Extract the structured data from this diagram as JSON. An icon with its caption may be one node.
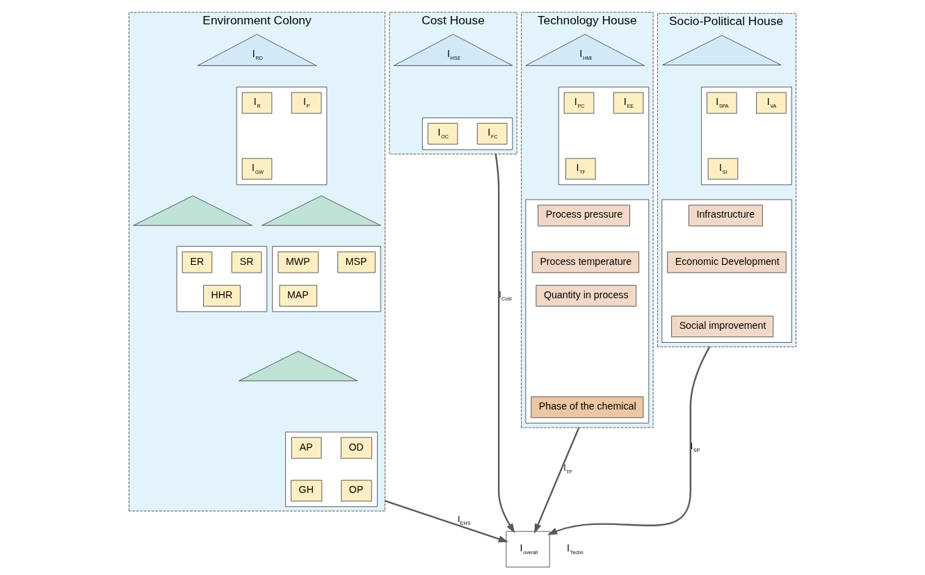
{
  "diagram": {
    "nodes": [
      {
        "text": [
          "Environment Colony"
        ]
      },
      {
        "text": [
          "I$_{RD}$"
        ],
        "in": 0
      },
      {
        "text": [],
        "shape": "box",
        "in": 0
      },
      {
        "text": [
          "I$_{R}$"
        ],
        "in": 2
      },
      {
        "text": [
          "I$_{P}$"
        ],
        "in": 2
      },
      {
        "text": [
          "I$_{GW}$"
        ],
        "in": 2
      },
      {
        "text": [],
        "shape": "triangle",
        "in": 0
      },
      {
        "text": [],
        "shape": "box",
        "in": 0
      },
      {
        "text": [
          "ER"
        ],
        "in": 7
      },
      {
        "text": [
          "SR"
        ],
        "in": 7
      },
      {
        "text": [
          "HHR"
        ],
        "in": 7
      },
      {
        "text": [],
        "shape": "triangle",
        "in": 0
      },
      {
        "text": [],
        "shape": "box",
        "in": 0
      },
      {
        "text": [
          "MWP"
        ],
        "in": 12
      },
      {
        "text": [
          "MSP"
        ],
        "in": 12
      },
      {
        "text": [
          "MAP"
        ],
        "in": 12
      },
      {
        "text": [],
        "shape": "triangle",
        "in": 0
      },
      {
        "text": [],
        "shape": "box",
        "in": 0
      },
      {
        "text": [
          "AP"
        ],
        "in": 17
      },
      {
        "text": [
          "OD"
        ],
        "in": 17
      },
      {
        "text": [
          "GH"
        ],
        "in": 17
      },
      {
        "text": [
          "OP"
        ],
        "in": 17
      },
      {
        "text": [
          "Cost House"
        ]
      },
      {
        "text": [
          "I$_{HSE}$"
        ],
        "in": 22
      },
      {
        "text": [],
        "shape": "box",
        "in": 22
      },
      {
        "text": [
          "I$_{OC}$"
        ],
        "in": 24
      },
      {
        "text": [
          "I$_{FC}$"
        ],
        "in": 24
      },
      {
        "text": [
          "Technology House"
        ]
      },
      {
        "text": [
          "I$_{HMI}$"
        ],
        "in": 27
      },
      {
        "text": [],
        "shape": "box",
        "in": 27
      },
      {
        "text": [
          "I$_{PC}$"
        ],
        "in": 29
      },
      {
        "text": [
          "I$_{EE}$"
        ],
        "in": 29
      },
      {
        "text": [
          "I$_{TF}$"
        ],
        "in": 29
      },
      {
        "text": [],
        "shape": "box",
        "in": 27
      },
      {
        "text": [
          "Process pressure"
        ],
        "in": 33
      },
      {
        "text": [
          "Process temperature"
        ],
        "in": 33
      },
      {
        "text": [
          "Quantity in process"
        ],
        "in": 33
      },
      {
        "text": [
          "Phase of the chemical"
        ],
        "in": 33
      },
      {
        "text": [
          "Socio-Political House"
        ]
      },
      {
        "text": [],
        "shape": "triangle",
        "in": 38
      },
      {
        "text": [],
        "shape": "box",
        "in": 38
      },
      {
        "text": [
          "I$_{SPA}$"
        ],
        "in": 40
      },
      {
        "text": [
          "I$_{VA}$"
        ],
        "in": 40
      },
      {
        "text": [
          "I$_{SI}$"
        ],
        "in": 40
      },
      {
        "text": [],
        "shape": "box",
        "in": 38
      },
      {
        "text": [
          "Infrastructure"
        ],
        "in": 44
      },
      {
        "text": [
          "Economic Development"
        ],
        "in": 44
      },
      {
        "text": [
          "Social improvement"
        ],
        "in": 44
      },
      {
        "text": [
          "I$_{overall}$"
        ]
      }
    ],
    "edges": [
      {
        "from": 0,
        "to": 48,
        "arrow": "to",
        "label": "I$_{EHS}$"
      },
      {
        "from": 22,
        "to": 48,
        "arrow": "to",
        "label": "I$_{Cost}$"
      },
      {
        "from": 27,
        "to": 48,
        "arrow": "to",
        "label": "I$_{TF}$"
      },
      {
        "from": 38,
        "to": 48,
        "arrow": "to",
        "label": "I$_{SP}$"
      }
    ],
    "labels": [
      "I$_{Techn}$"
    ]
  }
}
